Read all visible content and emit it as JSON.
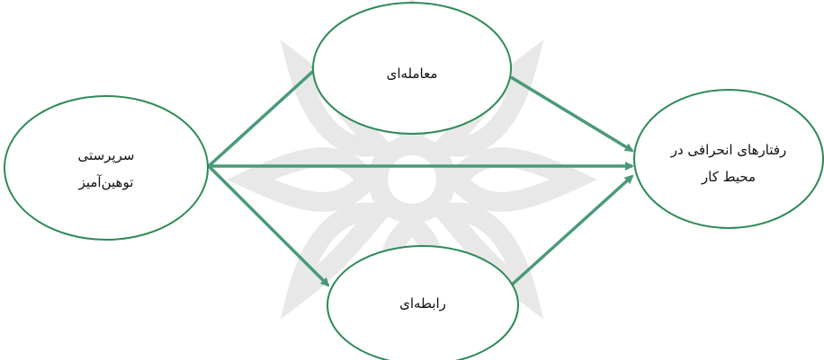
{
  "diagram": {
    "nodes": {
      "abusive_supervision": {
        "lines": [
          "سرپرستی",
          "توهین‌آمیز"
        ]
      },
      "transactional": {
        "lines": [
          "معامله‌ای"
        ]
      },
      "relational": {
        "lines": [
          "رابطه‌ای"
        ]
      },
      "deviant_behavior": {
        "lines": [
          "رفتارهای انحرافی در",
          "محیط کار"
        ]
      }
    },
    "edges": [
      {
        "from": "abusive_supervision",
        "to": "transactional"
      },
      {
        "from": "abusive_supervision",
        "to": "relational"
      },
      {
        "from": "abusive_supervision",
        "to": "deviant_behavior"
      },
      {
        "from": "transactional",
        "to": "deviant_behavior"
      },
      {
        "from": "relational",
        "to": "deviant_behavior"
      }
    ],
    "colors": {
      "node_border": "#2e8b57",
      "arrow": "#4a9a78",
      "watermark": "#e3e3e3"
    }
  }
}
